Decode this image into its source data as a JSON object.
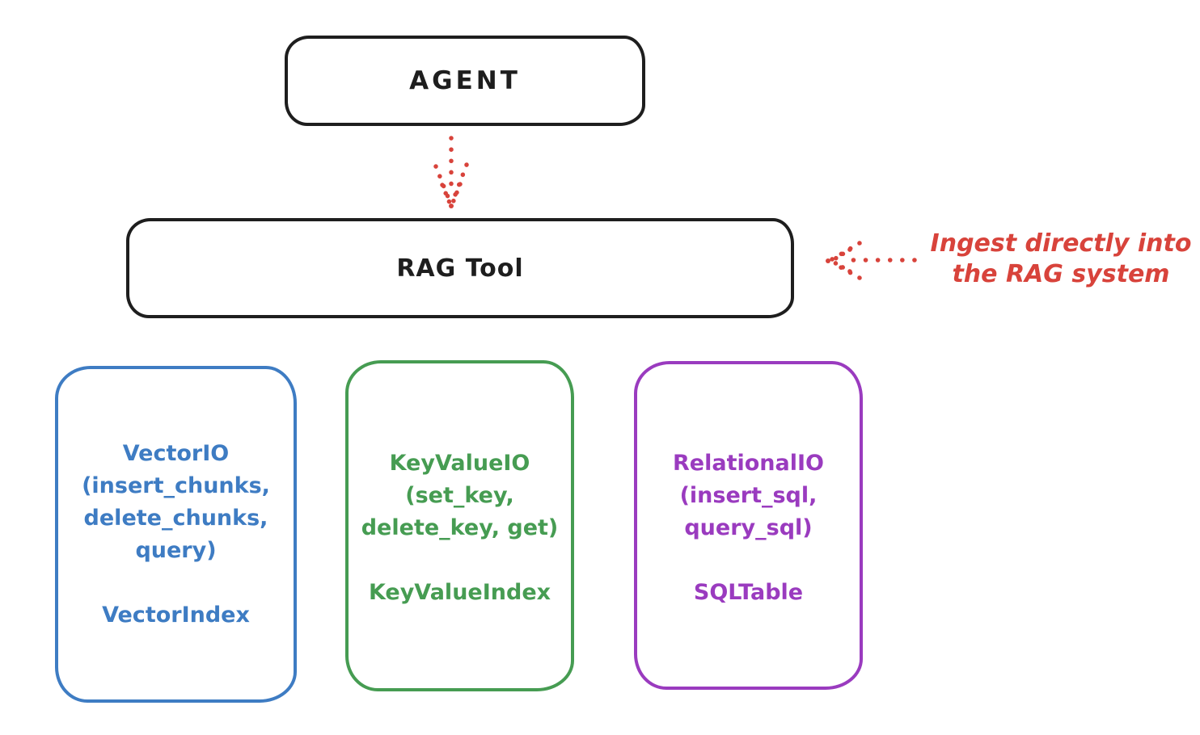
{
  "colors": {
    "background": "#ffffff",
    "stroke_black": "#1e1e1e",
    "red": "#d8433b",
    "blue": "#3e7cc3",
    "green": "#469c52",
    "purple": "#9a3bbf"
  },
  "agent_box": {
    "label": "AGENT"
  },
  "rag_tool_box": {
    "label": "RAG Tool"
  },
  "annotation": {
    "text_line1": "Ingest directly into",
    "text_line2": "the RAG system"
  },
  "arrows": [
    {
      "name": "agent-to-rag-tool",
      "style": "dotted",
      "direction": "down"
    },
    {
      "name": "annotation-to-rag-tool",
      "style": "dotted",
      "direction": "left"
    }
  ],
  "io_boxes": [
    {
      "title_lines": [
        "VectorIO",
        "(insert_chunks,",
        "delete_chunks,",
        "query)"
      ],
      "index_label": "VectorIndex",
      "color": "#3e7cc3"
    },
    {
      "title_lines": [
        "KeyValueIO",
        "(set_key,",
        "delete_key, get)"
      ],
      "index_label": "KeyValueIndex",
      "color": "#469c52"
    },
    {
      "title_lines": [
        "RelationalIO",
        "(insert_sql,",
        "query_sql)"
      ],
      "index_label": "SQLTable",
      "color": "#9a3bbf"
    }
  ]
}
